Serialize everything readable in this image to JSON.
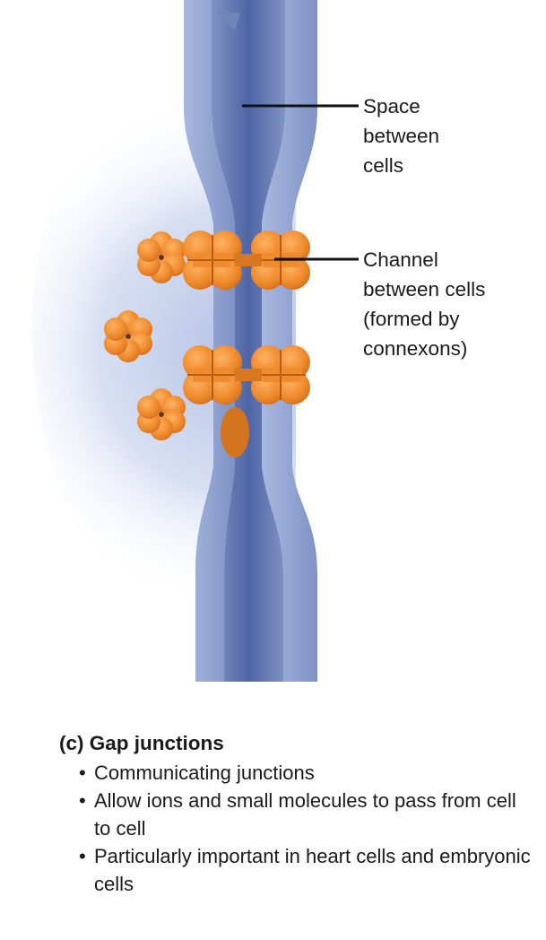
{
  "labels": {
    "space": [
      "Space",
      "between",
      "cells"
    ],
    "channel": [
      "Channel",
      "between cells",
      "(formed by",
      "connexons)"
    ]
  },
  "caption": {
    "title": "(c) Gap junctions",
    "bullets": [
      "Communicating junctions",
      "Allow ions and small molecules to pass from cell to cell",
      "Particularly important in heart cells and embryonic cells"
    ]
  },
  "colors": {
    "membrane": "#8d9fcb",
    "intercellular_space": "#5d72ad",
    "cytoplasm_haze": "#c8d3ec",
    "connexon": "#ef8a2d",
    "connexon_shadow": "#c86414"
  }
}
